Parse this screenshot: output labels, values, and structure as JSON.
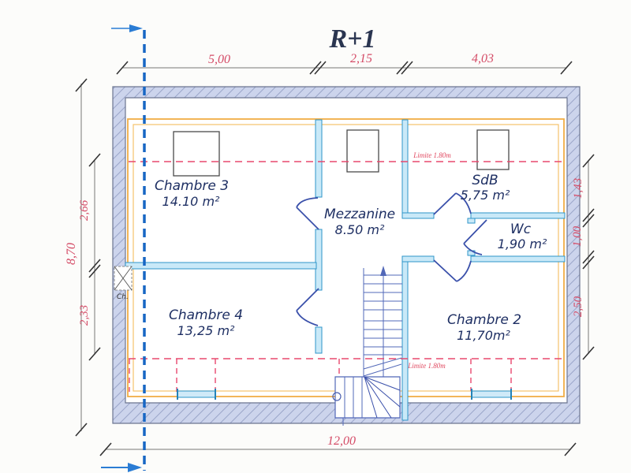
{
  "title": "R+1",
  "rooms": [
    {
      "name": "Chambre 3",
      "area": "14.10 m²"
    },
    {
      "name": "Mezzanine",
      "area": "8.50 m²"
    },
    {
      "name": "SdB",
      "area": "5,75 m²"
    },
    {
      "name": "Wc",
      "area": "1,90 m²"
    },
    {
      "name": "Chambre 4",
      "area": "13,25 m²"
    },
    {
      "name": "Chambre 2",
      "area": "11,70m²"
    }
  ],
  "dimensions": {
    "top": [
      "5,00",
      "2,15",
      "4,03"
    ],
    "left_overall": "8,70",
    "left": [
      "2,66",
      "2,33"
    ],
    "right": [
      "1,43",
      "1,00",
      "2,50"
    ],
    "bottom_overall": "12,00"
  },
  "annotations": {
    "height_limit_top": "Limite 1.80m",
    "height_limit_bottom": "Limite 1.80m",
    "chimney": "Ch."
  },
  "colors": {
    "wall_fill": "#ccd4ec",
    "wall_hatch": "#9aa5c9",
    "partition_fill": "#c9e9f8",
    "partition_stroke": "#2e95c9",
    "knee_wall_line": "#f0ad45",
    "height_limit_line": "#e8486e",
    "section_cut_line": "#1766c4",
    "dimension_text": "#d44b66",
    "room_label_text": "#1e2f63",
    "stair_stroke": "#5268b8",
    "door_stroke": "#3a50aa"
  }
}
